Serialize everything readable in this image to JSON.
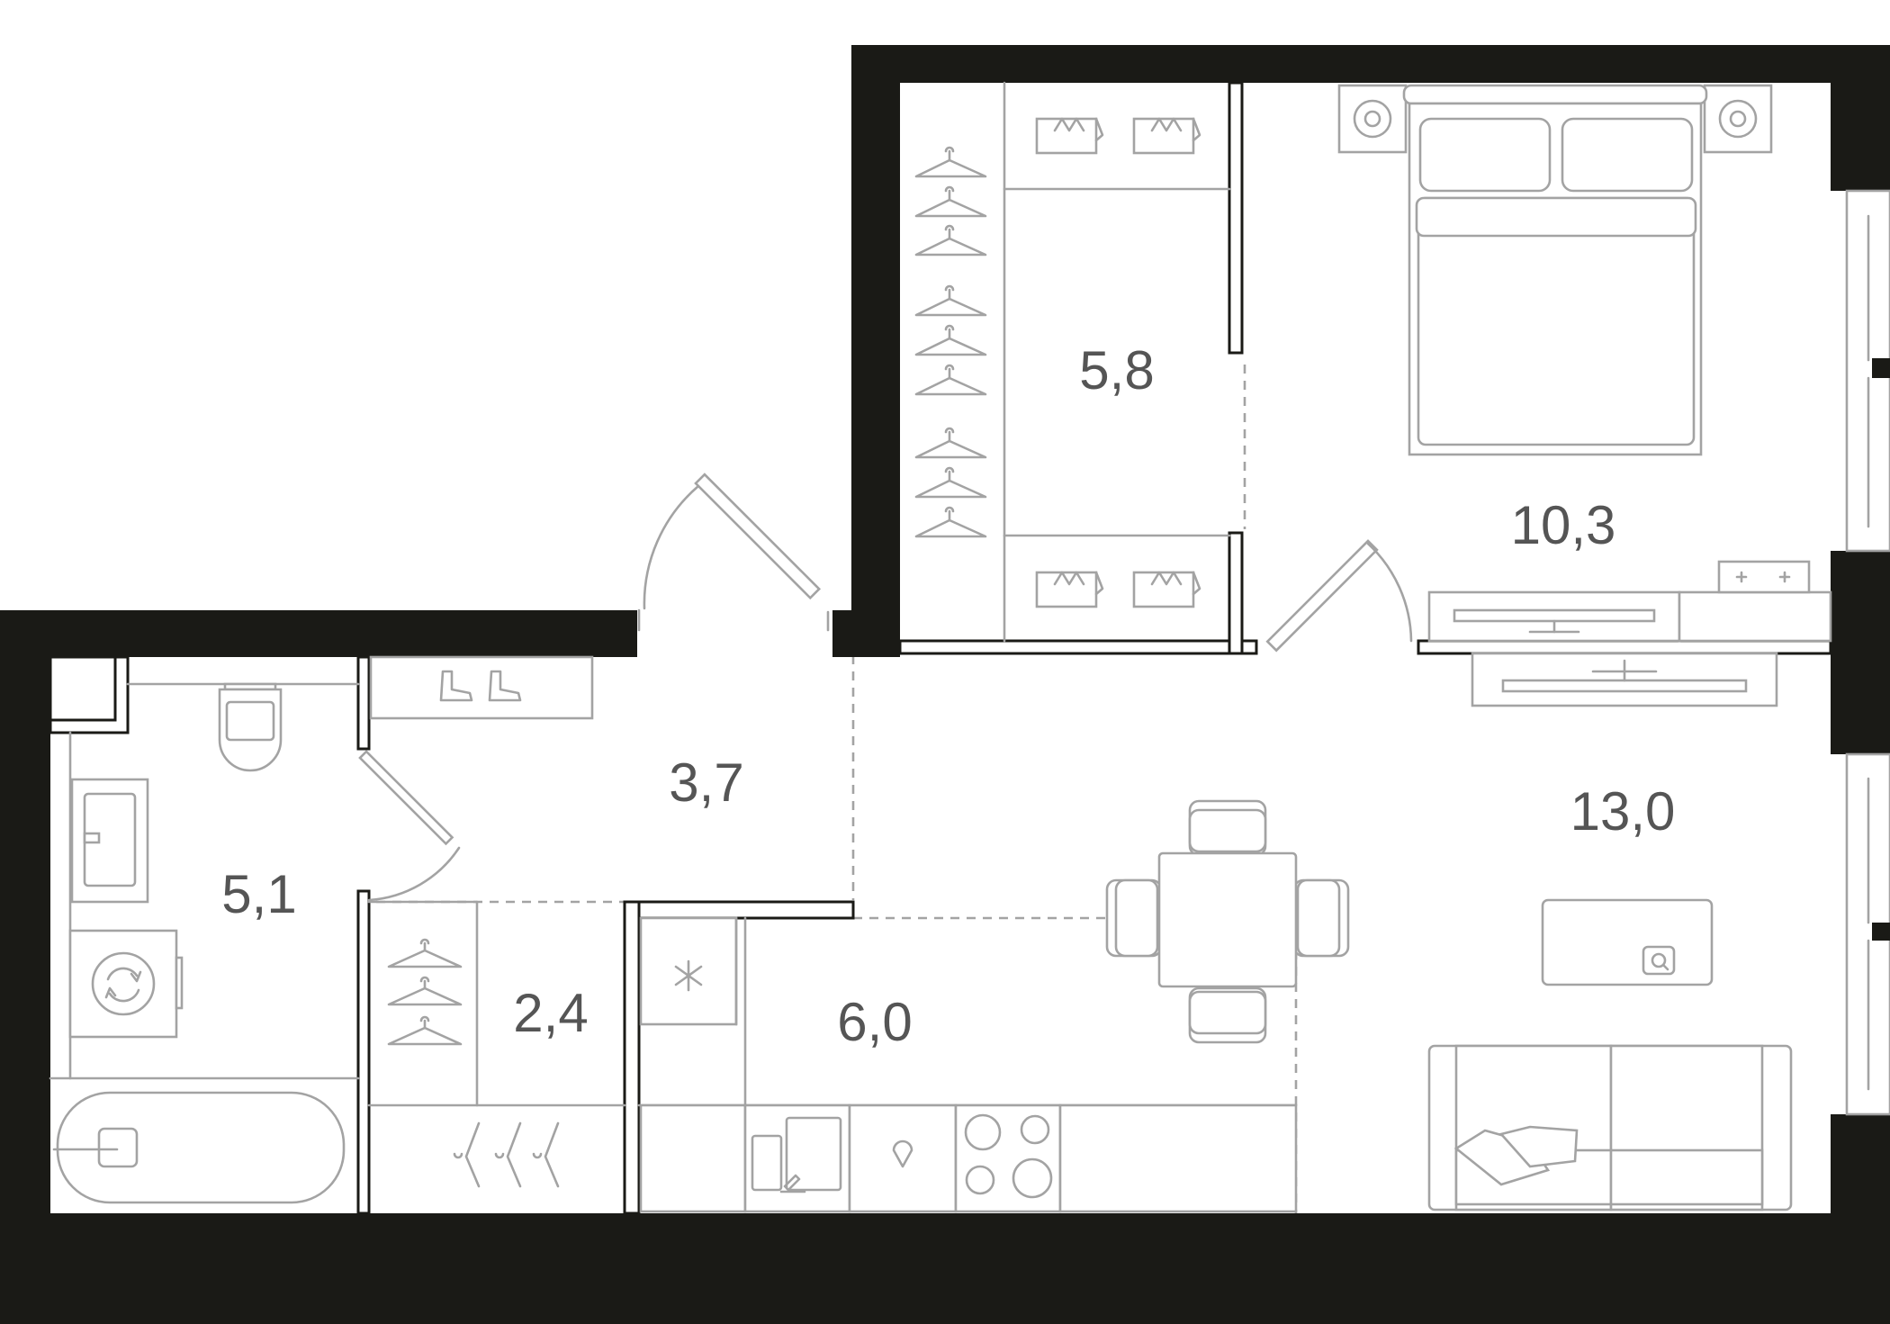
{
  "plan": {
    "colors": {
      "wall": "#1a1a16",
      "furniture": "#a3a3a3",
      "label": "#555555",
      "background": "#ffffff"
    },
    "rooms": [
      {
        "id": "walk-in-closet",
        "area": "5,8"
      },
      {
        "id": "bedroom",
        "area": "10,3"
      },
      {
        "id": "living-room",
        "area": "13,0"
      },
      {
        "id": "hallway",
        "area": "3,7"
      },
      {
        "id": "bathroom",
        "area": "5,1"
      },
      {
        "id": "storage-closet",
        "area": "2,4"
      },
      {
        "id": "kitchen",
        "area": "6,0"
      }
    ],
    "icons": [
      "hanger-icon",
      "box-icon",
      "boots-icon",
      "toilet-icon",
      "sink-icon",
      "washing-machine-icon",
      "bathtub-icon",
      "bed-icon",
      "pillow-icon",
      "nightstand-icon",
      "tv-icon",
      "tv-cabinet-icon",
      "dining-table-icon",
      "chair-icon",
      "sofa-icon",
      "coffee-table-icon",
      "stove-icon",
      "kitchen-sink-icon",
      "fridge-icon",
      "dishwasher-icon",
      "window-icon",
      "door-icon"
    ]
  }
}
